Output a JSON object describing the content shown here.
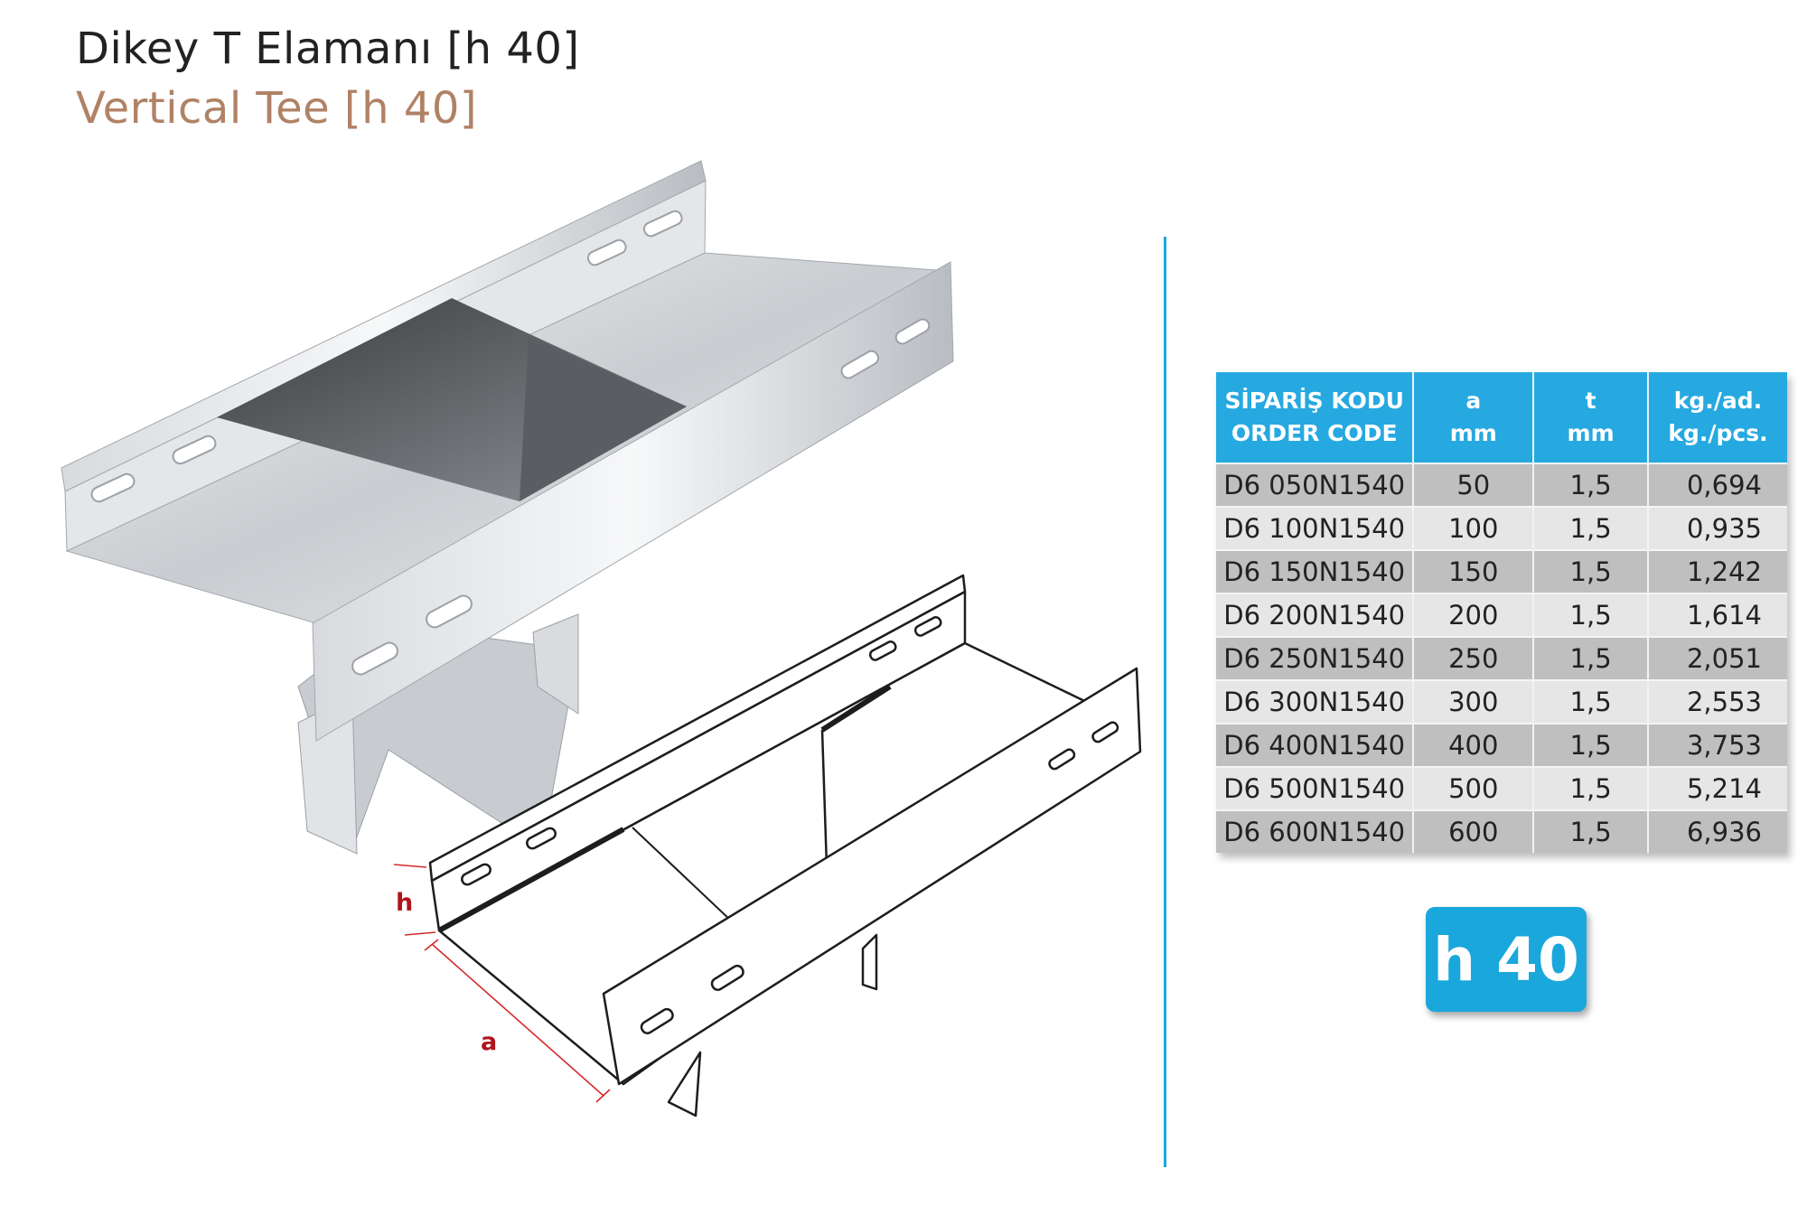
{
  "title": {
    "tr": "Dikey T Elamanı [h 40]",
    "en": "Vertical Tee [h 40]"
  },
  "table": {
    "headers": [
      {
        "line1": "SİPARİŞ KODU",
        "line2": "ORDER CODE"
      },
      {
        "line1": "a",
        "line2": "mm"
      },
      {
        "line1": "t",
        "line2": "mm"
      },
      {
        "line1": "kg./ad.",
        "line2": "kg./pcs."
      }
    ],
    "rows": [
      [
        "D6 050N1540",
        "50",
        "1,5",
        "0,694"
      ],
      [
        "D6 100N1540",
        "100",
        "1,5",
        "0,935"
      ],
      [
        "D6 150N1540",
        "150",
        "1,5",
        "1,242"
      ],
      [
        "D6 200N1540",
        "200",
        "1,5",
        "1,614"
      ],
      [
        "D6 250N1540",
        "250",
        "1,5",
        "2,051"
      ],
      [
        "D6 300N1540",
        "300",
        "1,5",
        "2,553"
      ],
      [
        "D6 400N1540",
        "400",
        "1,5",
        "3,753"
      ],
      [
        "D6 500N1540",
        "500",
        "1,5",
        "5,214"
      ],
      [
        "D6 600N1540",
        "600",
        "1,5",
        "6,936"
      ]
    ]
  },
  "badge": "h 40",
  "dimensions": {
    "h": "h",
    "a": "a"
  },
  "colors": {
    "accent": "#26a9e0",
    "title_en": "#b08265",
    "dimension": "#b1141c"
  }
}
